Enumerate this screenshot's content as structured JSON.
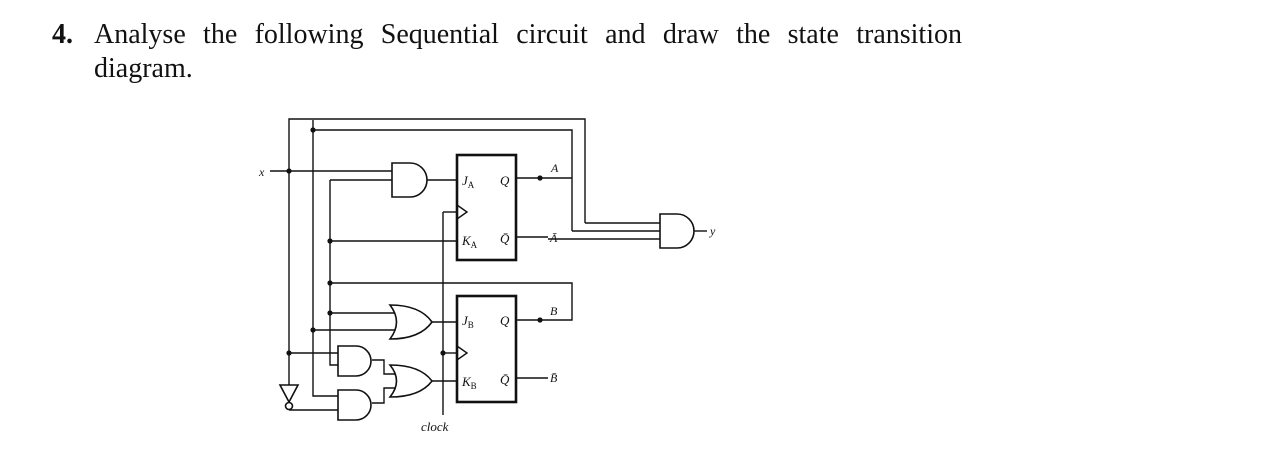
{
  "question": {
    "number": "4.",
    "text": "Analyse the following Sequential circuit and draw the state transition diagram."
  },
  "circuit": {
    "input_x": "x",
    "output_y": "y",
    "clock": "clock",
    "flipflop_a": {
      "j_main": "J",
      "j_sub": "A",
      "k_main": "K",
      "k_sub": "A",
      "q": "Q",
      "q_bar": "Q̄"
    },
    "flipflop_b": {
      "j_main": "J",
      "j_sub": "B",
      "k_main": "K",
      "k_sub": "B",
      "q": "Q",
      "q_bar": "Q̄"
    },
    "output_a": "A",
    "output_a_bar": "Ā",
    "output_b": "B",
    "output_b_bar": "B̄"
  }
}
